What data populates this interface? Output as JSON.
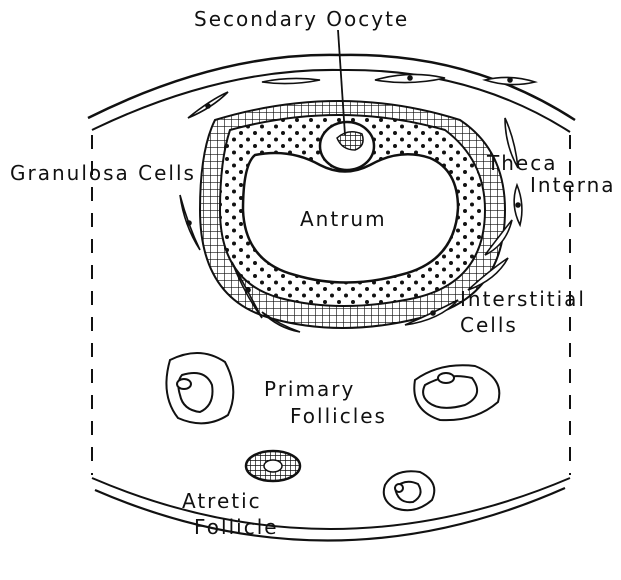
{
  "labels": {
    "secondary_oocyte": "Secondary Oocyte",
    "granulosa_cells": "Granulosa Cells",
    "theca_line1": "Theca",
    "theca_line2": "Interna",
    "antrum": "Antrum",
    "interstitial_line1": "Interstitial",
    "interstitial_line2": "Cells",
    "primary_line1": "Primary",
    "primary_line2": "Follicles",
    "atretic_line1": "Atretic",
    "atretic_line2": "Follicle"
  }
}
